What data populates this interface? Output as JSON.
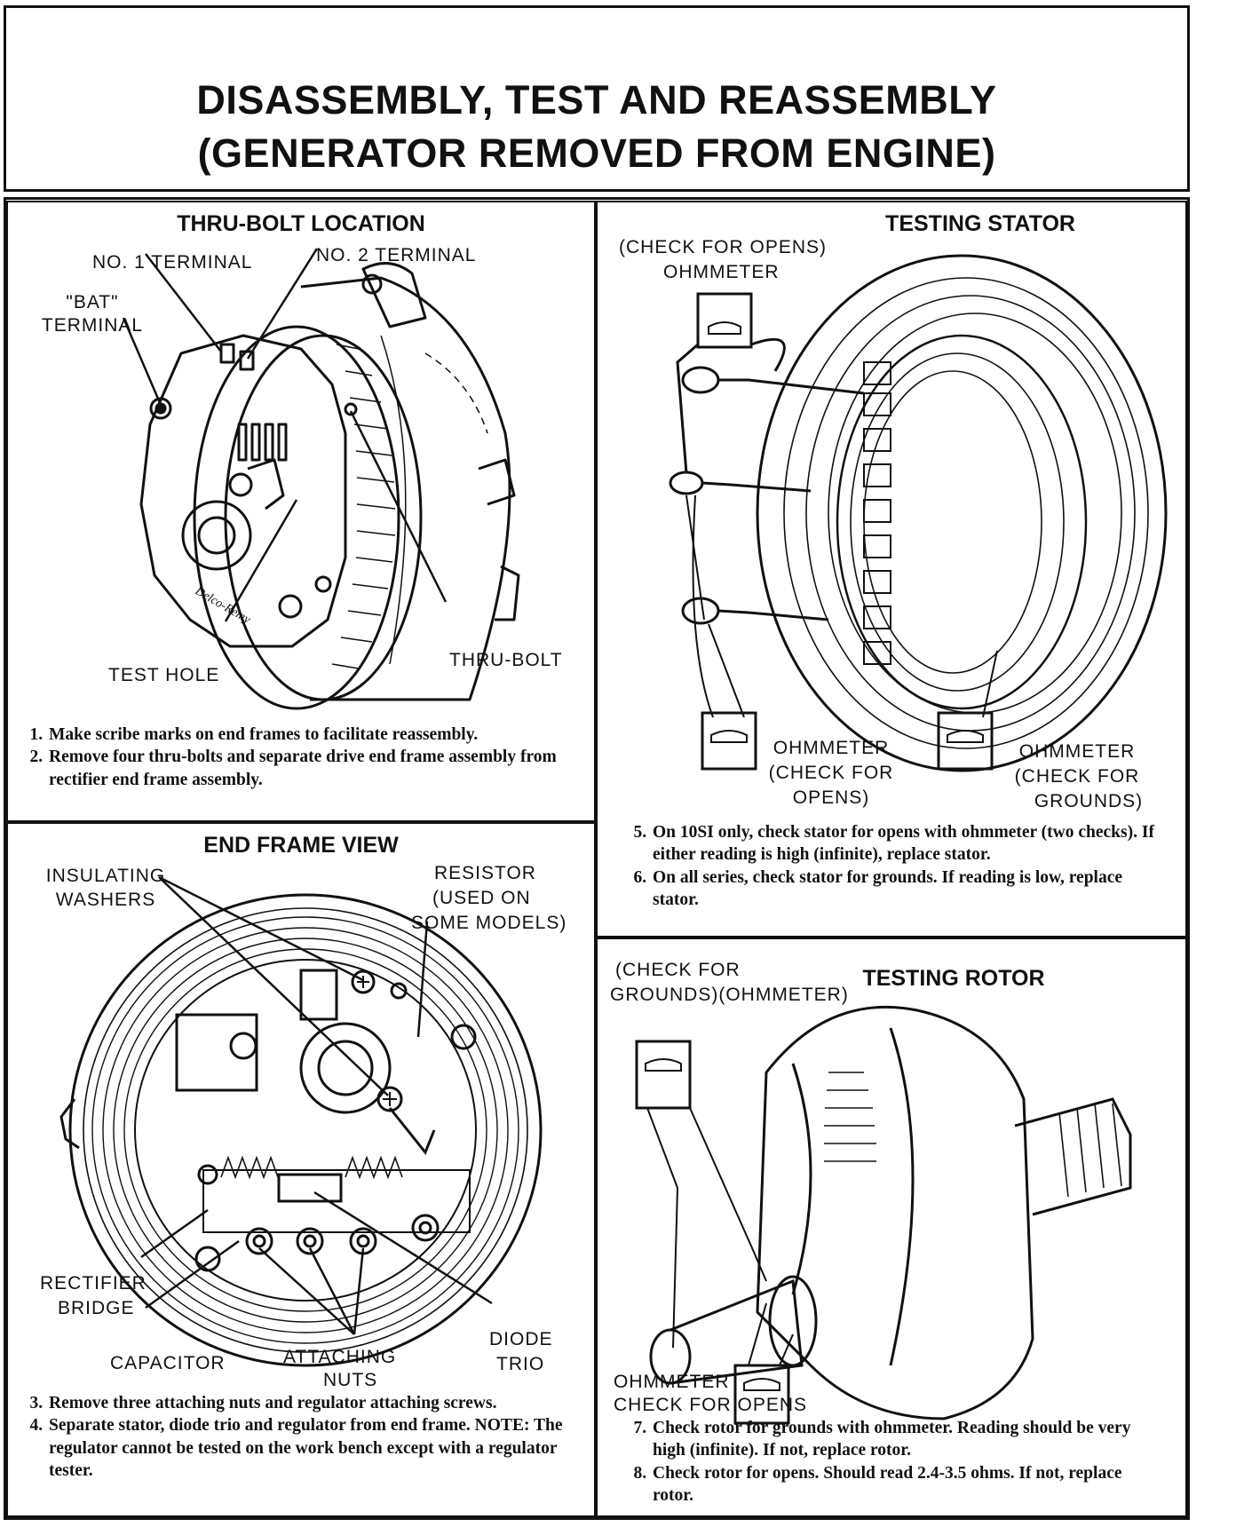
{
  "header": {
    "line1": "DISASSEMBLY, TEST AND REASSEMBLY",
    "line2": "(GENERATOR REMOVED FROM ENGINE)"
  },
  "thru_bolt": {
    "title": "THRU-BOLT LOCATION",
    "labels": {
      "no1": "NO. 1 TERMINAL",
      "no2": "NO. 2 TERMINAL",
      "bat1": "\"BAT\"",
      "bat2": "TERMINAL",
      "test_hole": "TEST HOLE",
      "thru_bolt": "THRU-BOLT",
      "brand": "Delco-Remy"
    },
    "steps": [
      "Make scribe marks on end frames to facilitate reassembly.",
      "Remove four thru-bolts and separate drive end frame assembly from rectifier end frame assembly."
    ]
  },
  "end_frame": {
    "title": "END FRAME VIEW",
    "labels": {
      "insulating1": "INSULATING",
      "insulating2": "WASHERS",
      "resistor1": "RESISTOR",
      "resistor2": "(USED ON",
      "resistor3": "SOME MODELS)",
      "rectifier1": "RECTIFIER",
      "rectifier2": "BRIDGE",
      "capacitor": "CAPACITOR",
      "attaching1": "ATTACHING",
      "attaching2": "NUTS",
      "diode1": "DIODE",
      "diode2": "TRIO"
    },
    "steps": [
      "Remove three attaching nuts and regulator attaching screws.",
      "Separate stator, diode trio and regulator from end frame. NOTE: The regulator cannot be tested on the work bench except with a regulator tester."
    ]
  },
  "stator": {
    "title": "TESTING STATOR",
    "labels": {
      "check_opens_top": "(CHECK FOR OPENS)",
      "ohm_top": "OHMMETER",
      "ohm_left": "OHMMETER",
      "ohm_left_2": "(CHECK FOR",
      "ohm_left_3": "OPENS)",
      "ohm_right": "OHMMETER",
      "ohm_right_2": "(CHECK FOR",
      "ohm_right_3": "GROUNDS)"
    },
    "steps": [
      "On 10SI only, check stator for opens with ohmmeter (two checks). If either reading is high (infinite), replace stator.",
      "On all series, check stator for grounds. If reading is low, replace stator."
    ]
  },
  "rotor": {
    "title": "TESTING ROTOR",
    "labels": {
      "grounds1": "(CHECK FOR",
      "grounds2": "GROUNDS)(OHMMETER)",
      "ohm_bottom1": "OHMMETER",
      "ohm_bottom2": "CHECK FOR OPENS"
    },
    "steps": [
      "Check rotor for grounds with ohmmeter. Reading should be very high (infinite). If not, replace rotor.",
      "Check rotor for opens. Should read 2.4-3.5 ohms. If not, replace rotor."
    ]
  }
}
